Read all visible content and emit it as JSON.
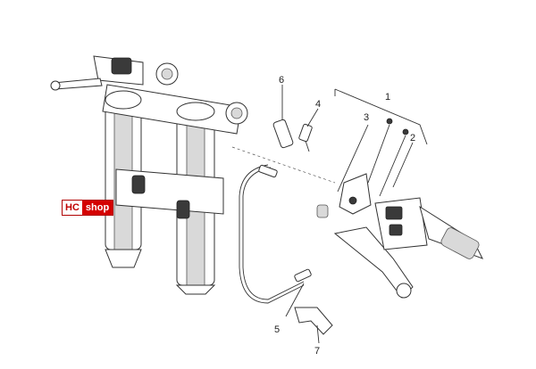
{
  "callouts": [
    {
      "id": "1",
      "label": "1"
    },
    {
      "id": "2",
      "label": "2"
    },
    {
      "id": "3",
      "label": "3"
    },
    {
      "id": "4",
      "label": "4"
    },
    {
      "id": "5",
      "label": "5"
    },
    {
      "id": "6",
      "label": "6"
    },
    {
      "id": "7",
      "label": "7"
    }
  ],
  "watermark": {
    "part1": "HC",
    "part2": "shop",
    "brand_red": "#d40000"
  }
}
